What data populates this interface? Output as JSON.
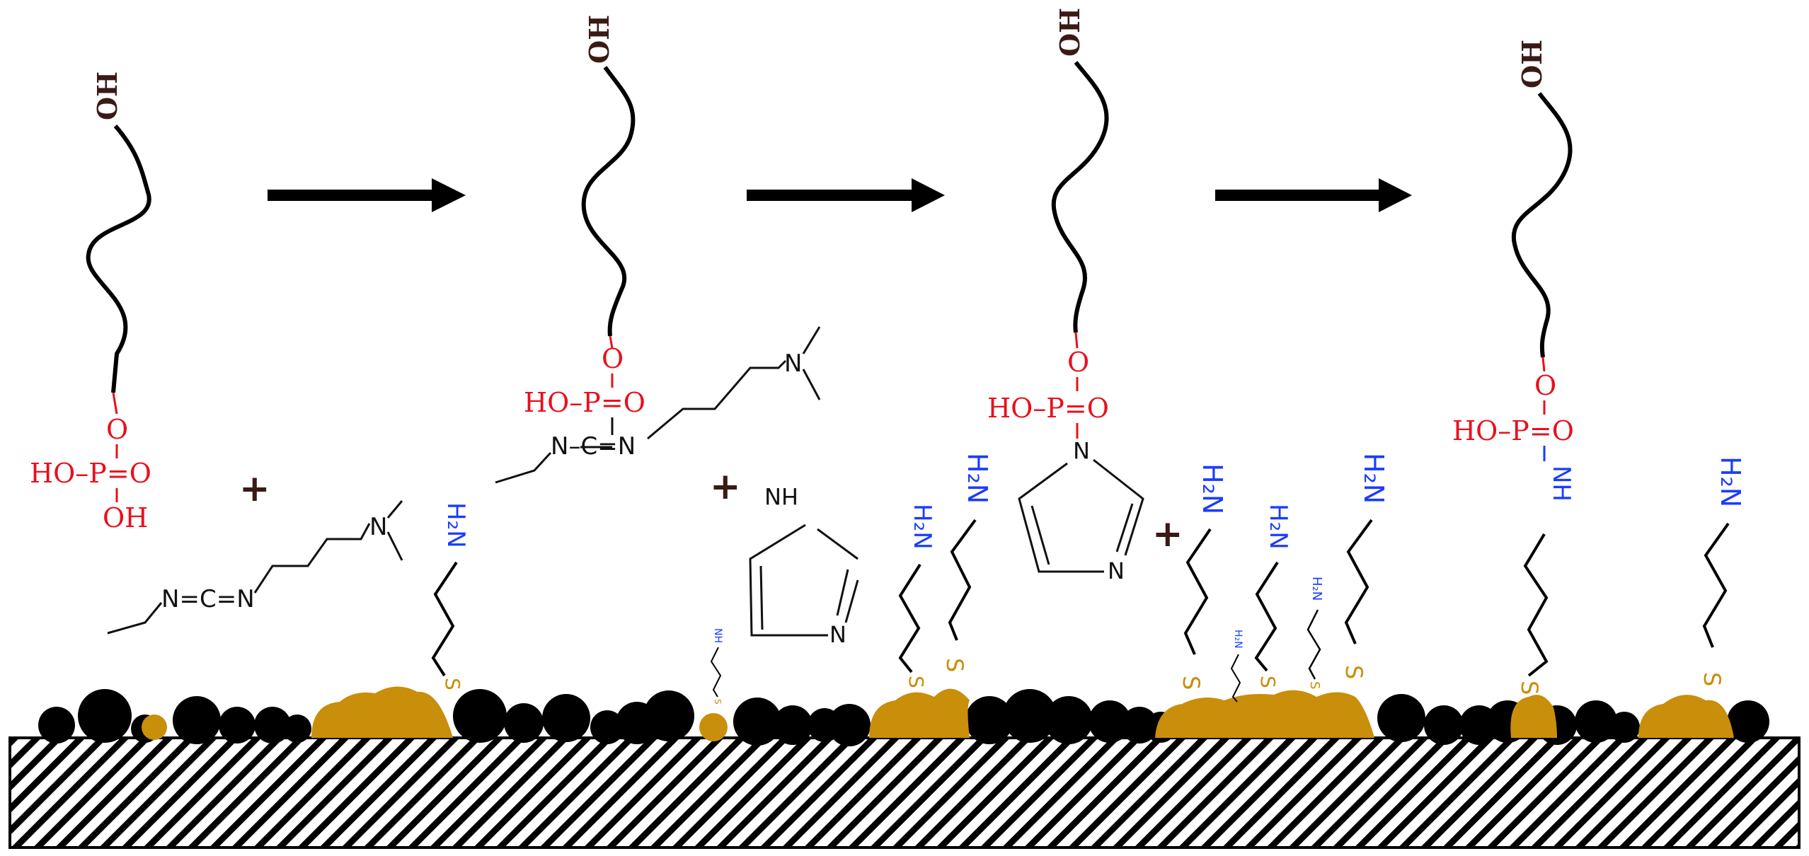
{
  "colors": {
    "phosphate": "#e8101c",
    "hydroxyl": "#3a1a14",
    "amine": "#1a3cff",
    "gold": "#c98e0a",
    "black": "#000000",
    "reagent": "#111111"
  },
  "labels": {
    "oh": "OH",
    "ho": "HO",
    "o": "O",
    "p": "P",
    "eq_o": "=O",
    "dash": "–",
    "oh_bottom": "OH",
    "plus": "+",
    "n": "N",
    "c": "C",
    "eq": "=",
    "h2n": "H₂N",
    "s": "S",
    "nh": "NH",
    "hn": "HN"
  }
}
